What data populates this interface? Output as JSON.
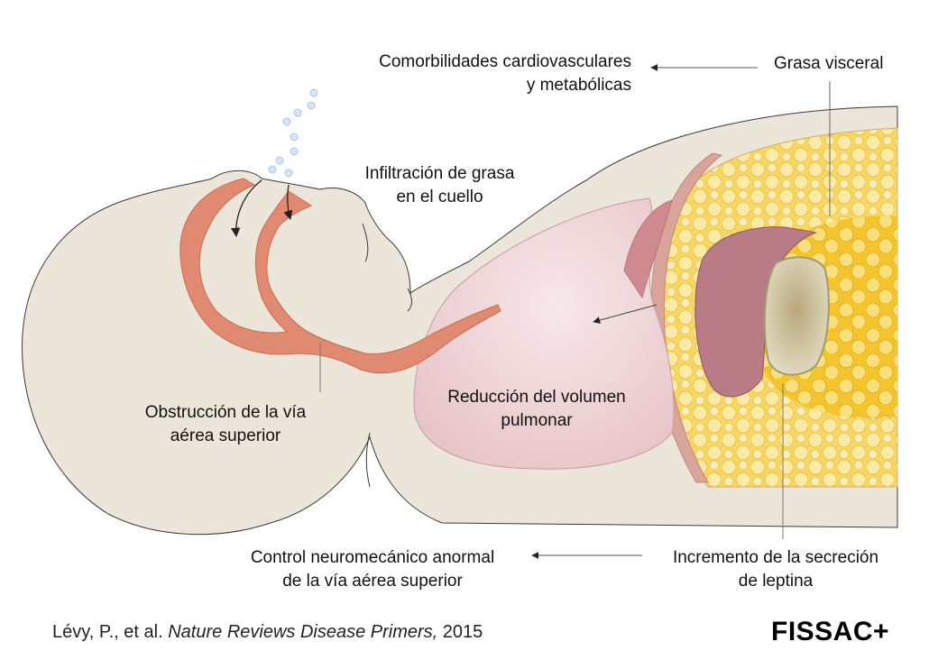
{
  "labels": {
    "comorbidities": [
      "Comorbilidades cardiovasculares",
      "y metabólicas"
    ],
    "visceral_fat": "Grasa visceral",
    "neck_fat": [
      "Infiltración de grasa",
      "en el cuello"
    ],
    "airway_obstruction": [
      "Obstrucción de la vía",
      "aérea superior"
    ],
    "lung_volume": [
      "Reducción del volumen",
      "pulmonar"
    ],
    "neuromechanical": [
      "Control neuromecánico anormal",
      "de la vía aérea superior"
    ],
    "leptin": [
      "Incremento de la secreción",
      "de leptina"
    ]
  },
  "citation": {
    "authors": "Lévy, P., et al. ",
    "journal": "Nature Reviews Disease Primers,",
    "year": " 2015"
  },
  "brand": "FISSAC+",
  "colors": {
    "skin": "#ECE5DA",
    "skin_outline": "#3A3A3A",
    "airway": "#E08A72",
    "lung": "#EBCCCF",
    "fat": "#F6D35A",
    "stomach": "#B77983",
    "organ_core": "#C8BE9A"
  }
}
